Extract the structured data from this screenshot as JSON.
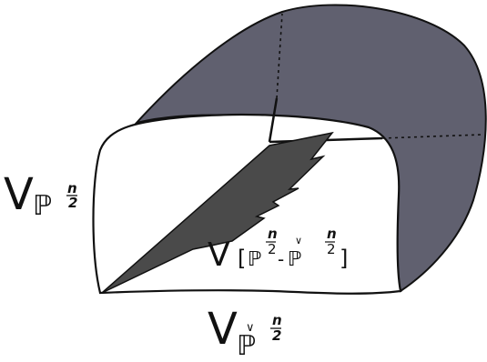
{
  "colors": {
    "surface": "#60606f",
    "wedge": "#4a4a4a",
    "outline": "#111111",
    "background": "#ffffff"
  },
  "labels": {
    "left": {
      "main": "V",
      "base": "ℙ",
      "exp_num": "n",
      "exp_den": "2"
    },
    "bottom": {
      "main": "V",
      "base": "ℙ",
      "check": "∨",
      "exp_num": "n",
      "exp_den": "2"
    },
    "middle": {
      "main": "V",
      "open_bracket": "[",
      "base1": "ℙ",
      "exp1_num": "n",
      "exp1_den": "2",
      "minus": "-",
      "base2": "ℙ",
      "check2": "∨",
      "exp2_num": "n",
      "exp2_den": "2",
      "close_bracket": "]"
    }
  }
}
